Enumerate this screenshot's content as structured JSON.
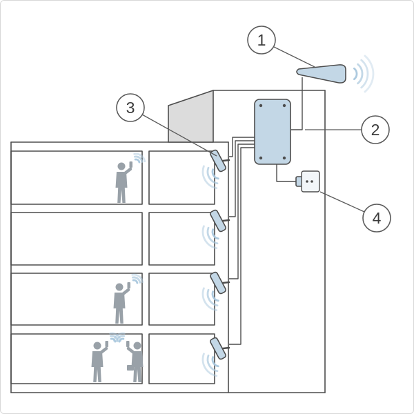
{
  "diagram": {
    "semantic_description": "cross-section-of-building-with-cellular-signal-booster-system",
    "callouts": [
      {
        "label": "1",
        "component": "outdoor-donor-antenna"
      },
      {
        "label": "2",
        "component": "signal-booster-amplifier"
      },
      {
        "label": "3",
        "component": "indoor-panel-antenna"
      },
      {
        "label": "4",
        "component": "power-outlet"
      }
    ],
    "colors": {
      "outline": "#4d4d4d",
      "device_fill": "#c3d7e6",
      "signal_wave": "#a9c7dd",
      "structure_gray": "#dcdcdc",
      "person_gray": "#99a1a8",
      "background": "#ffffff"
    }
  }
}
